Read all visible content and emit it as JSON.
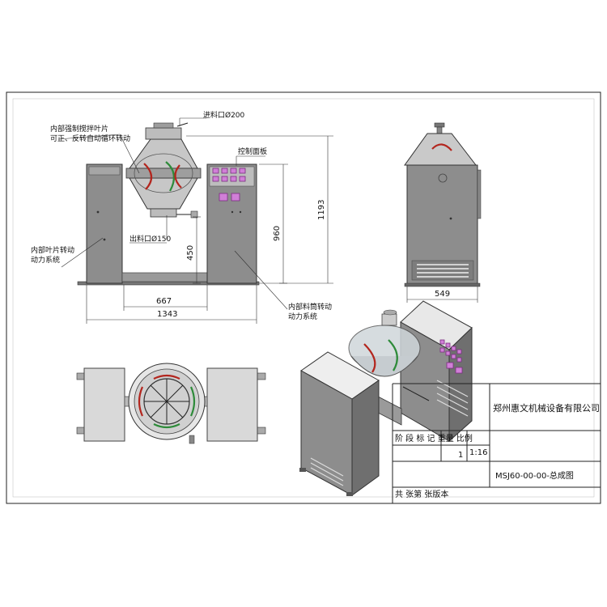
{
  "labels": {
    "inlet": "进料口Ø200",
    "paddle_line1": "内部强制搅拌叶片",
    "paddle_line2": "可正、反转自动循环转动",
    "control_panel": "控制面板",
    "outlet": "出料口Ø150",
    "blade_drive_line1": "内部叶片转动",
    "blade_drive_line2": "动力系统",
    "barrel_drive_line1": "内部料筒转动",
    "barrel_drive_line2": "动力系统"
  },
  "dimensions": {
    "d450": "450",
    "d960": "960",
    "d1193": "1193",
    "d667": "667",
    "d1343": "1343",
    "d549": "549"
  },
  "title_block": {
    "company": "郑州惠文机械设备有限公司",
    "header": "阶 段 标 记  重量  比例",
    "quantity": "1",
    "scale": "1:16",
    "drawing_no": "MSJ60-00-00-总成图",
    "footer": "共  张第  张版本"
  },
  "colors": {
    "cabinet": "#8d8d8d",
    "button": "#d07fd7",
    "blade_red": "#b3261e",
    "blade_green": "#2e8b3a"
  }
}
